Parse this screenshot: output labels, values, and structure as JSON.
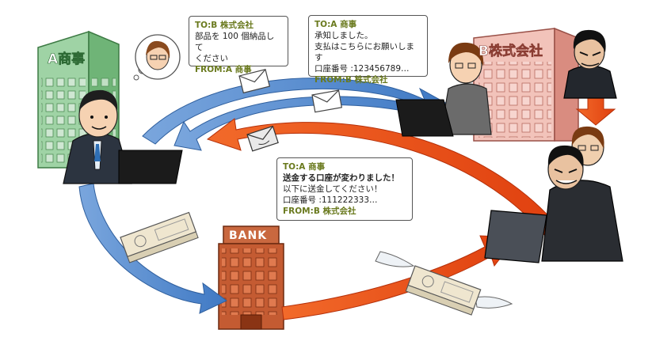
{
  "companies": {
    "a_name": "A商事",
    "b_name": "B株式会社",
    "bank_name": "BANK"
  },
  "message_order": {
    "to": "TO:B 株式会社",
    "line1": "部品を 100 個納品して",
    "line2": "ください",
    "from": "FROM:A 商事"
  },
  "message_reply": {
    "to": "TO:A 商事",
    "line1": "承知しました。",
    "line2": "支払はこちらにお願いします",
    "line3": "口座番号 :123456789…",
    "from": "FROM:B 株式会社"
  },
  "message_fake": {
    "to": "TO:A 商事",
    "line1": "送金する口座が変わりました！",
    "line2": "以下に送金してください！",
    "line3": "口座番号 :111222333…",
    "from": "FROM:B 株式会社"
  },
  "colors": {
    "legit_arrow": "#5b8fd0",
    "fraud_arrow": "#ee4d1a",
    "building_a": "#76b97c",
    "building_b": "#e8a49a",
    "bank": "#b9572f",
    "bubble_header": "#6a7a1e"
  }
}
